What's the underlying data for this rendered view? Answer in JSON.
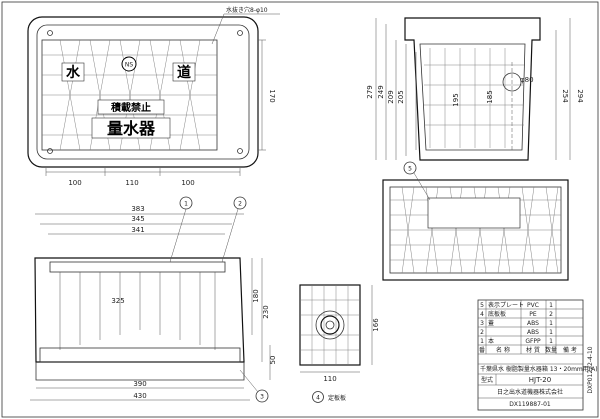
{
  "top_view": {
    "callout": "水抜き穴8-φ10",
    "word_water": "水",
    "word_road": "道",
    "logo_mark": "NS",
    "no_load": "積載禁止",
    "meter": "量水器",
    "dim_170": "170",
    "dim_100_left": "100",
    "dim_110": "110",
    "dim_100_right": "100"
  },
  "side_view": {
    "dims": {
      "d279": "279",
      "d249": "249",
      "d209": "209",
      "d205": "205",
      "d185": "185",
      "d195": "195",
      "d254": "254",
      "d294": "294",
      "phi": "φ80"
    }
  },
  "front_view": {
    "dims": {
      "d383": "383",
      "d345": "345",
      "d341": "341",
      "d325": "325",
      "d180": "180",
      "d230": "230",
      "d50": "50",
      "d390": "390",
      "d430": "430"
    }
  },
  "small_view": {
    "dims": {
      "d166": "166",
      "d110": "110"
    },
    "caption_num": "4",
    "caption": "定板板"
  },
  "callouts": {
    "c1": "1",
    "c2": "2",
    "c3": "3",
    "c5": "5"
  },
  "parts_table": {
    "rows": [
      {
        "no": "5",
        "name": "表示プレート",
        "mat": "PVC",
        "qty": "1"
      },
      {
        "no": "4",
        "name": "底板板",
        "mat": "PE",
        "qty": "2"
      },
      {
        "no": "3",
        "name": "蓋",
        "mat": "ABS",
        "qty": "1"
      },
      {
        "no": "2",
        "name": "",
        "mat": "ABS",
        "qty": "1"
      },
      {
        "no": "1",
        "name": "本",
        "mat": "GFPP",
        "qty": "1"
      }
    ],
    "header": {
      "no": "番",
      "name": "名 称",
      "mat": "材 質",
      "qty": "数量",
      "note": "備 考"
    },
    "product": "千葉県水 樹脂製量水器箱 13・20mm用(A)",
    "model_label": "型式",
    "model": "HJT-20",
    "company": "日之出水道機器株式会社",
    "drawing_no": "DX119887-01",
    "side_code": "DXP01222-4-10"
  }
}
